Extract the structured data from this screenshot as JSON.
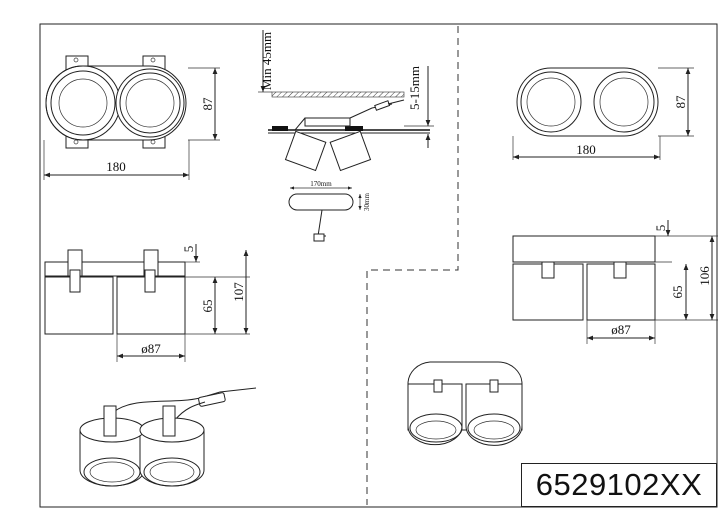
{
  "sheet": {
    "model_number": "6529102XX"
  },
  "recessed": {
    "top_view": {
      "width_label": "180",
      "height_label": "87"
    },
    "side_view": {
      "flange_label": "5",
      "body_label": "65",
      "total_label": "107",
      "diameter_label": "ø87"
    },
    "install": {
      "ceiling_label": "Min 45mm",
      "panel_label": "5-15mm",
      "driver_length_label": "170mm",
      "driver_height_label": "30mm"
    }
  },
  "surface": {
    "top_view": {
      "width_label": "180",
      "height_label": "87"
    },
    "side_view": {
      "flange_label": "5",
      "body_label": "65",
      "total_label": "106",
      "diameter_label": "ø87"
    }
  }
}
